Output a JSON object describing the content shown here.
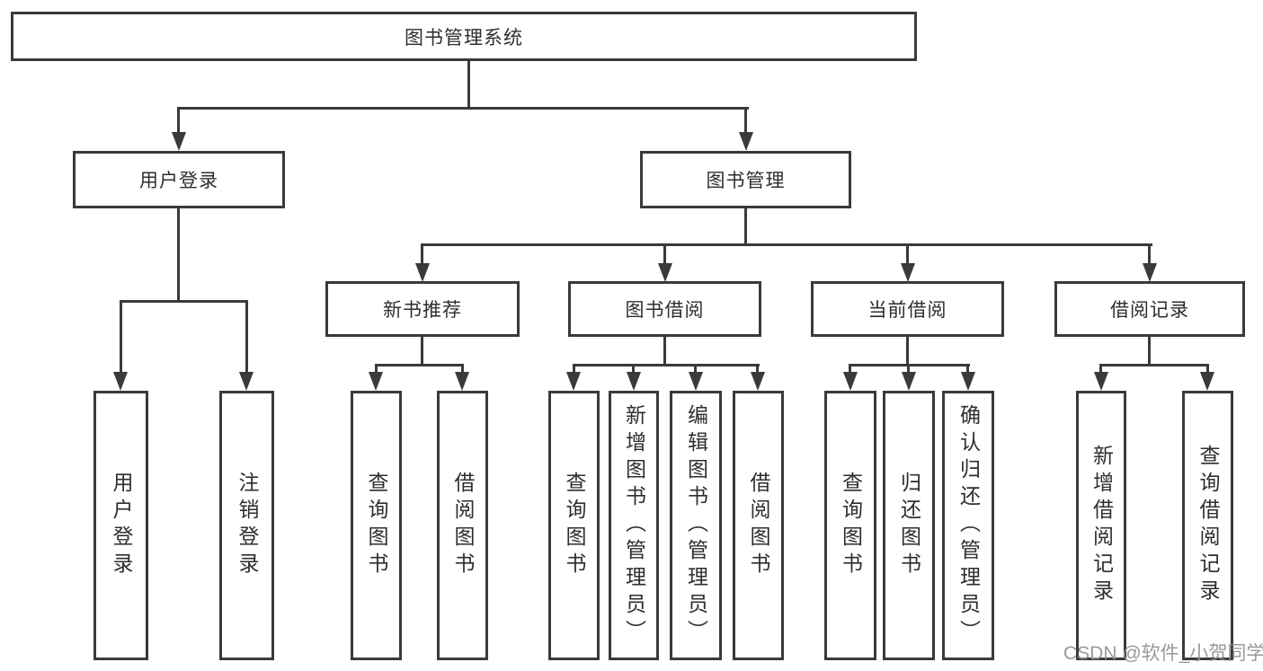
{
  "tree": {
    "label": "图书管理系统",
    "children": [
      {
        "label": "用户登录",
        "children": [
          {
            "label": "用户登录"
          },
          {
            "label": "注销登录"
          }
        ]
      },
      {
        "label": "图书管理",
        "children": [
          {
            "label": "新书推荐",
            "children": [
              {
                "label": "查询图书"
              },
              {
                "label": "借阅图书"
              }
            ]
          },
          {
            "label": "图书借阅",
            "children": [
              {
                "label": "查询图书"
              },
              {
                "label": "新增图书（管理员）"
              },
              {
                "label": "编辑图书（管理员）"
              },
              {
                "label": "借阅图书"
              }
            ]
          },
          {
            "label": "当前借阅",
            "children": [
              {
                "label": "查询图书"
              },
              {
                "label": "归还图书"
              },
              {
                "label": "确认归还（管理员）"
              }
            ]
          },
          {
            "label": "借阅记录",
            "children": [
              {
                "label": "新增借阅记录"
              },
              {
                "label": "查询借阅记录"
              }
            ]
          }
        ]
      }
    ]
  },
  "watermark": "CSDN @软件_小贺同学",
  "colors": {
    "line": "#3a3a3a",
    "text": "#2e2e2e",
    "watermark": "#949494",
    "background": "#ffffff"
  }
}
